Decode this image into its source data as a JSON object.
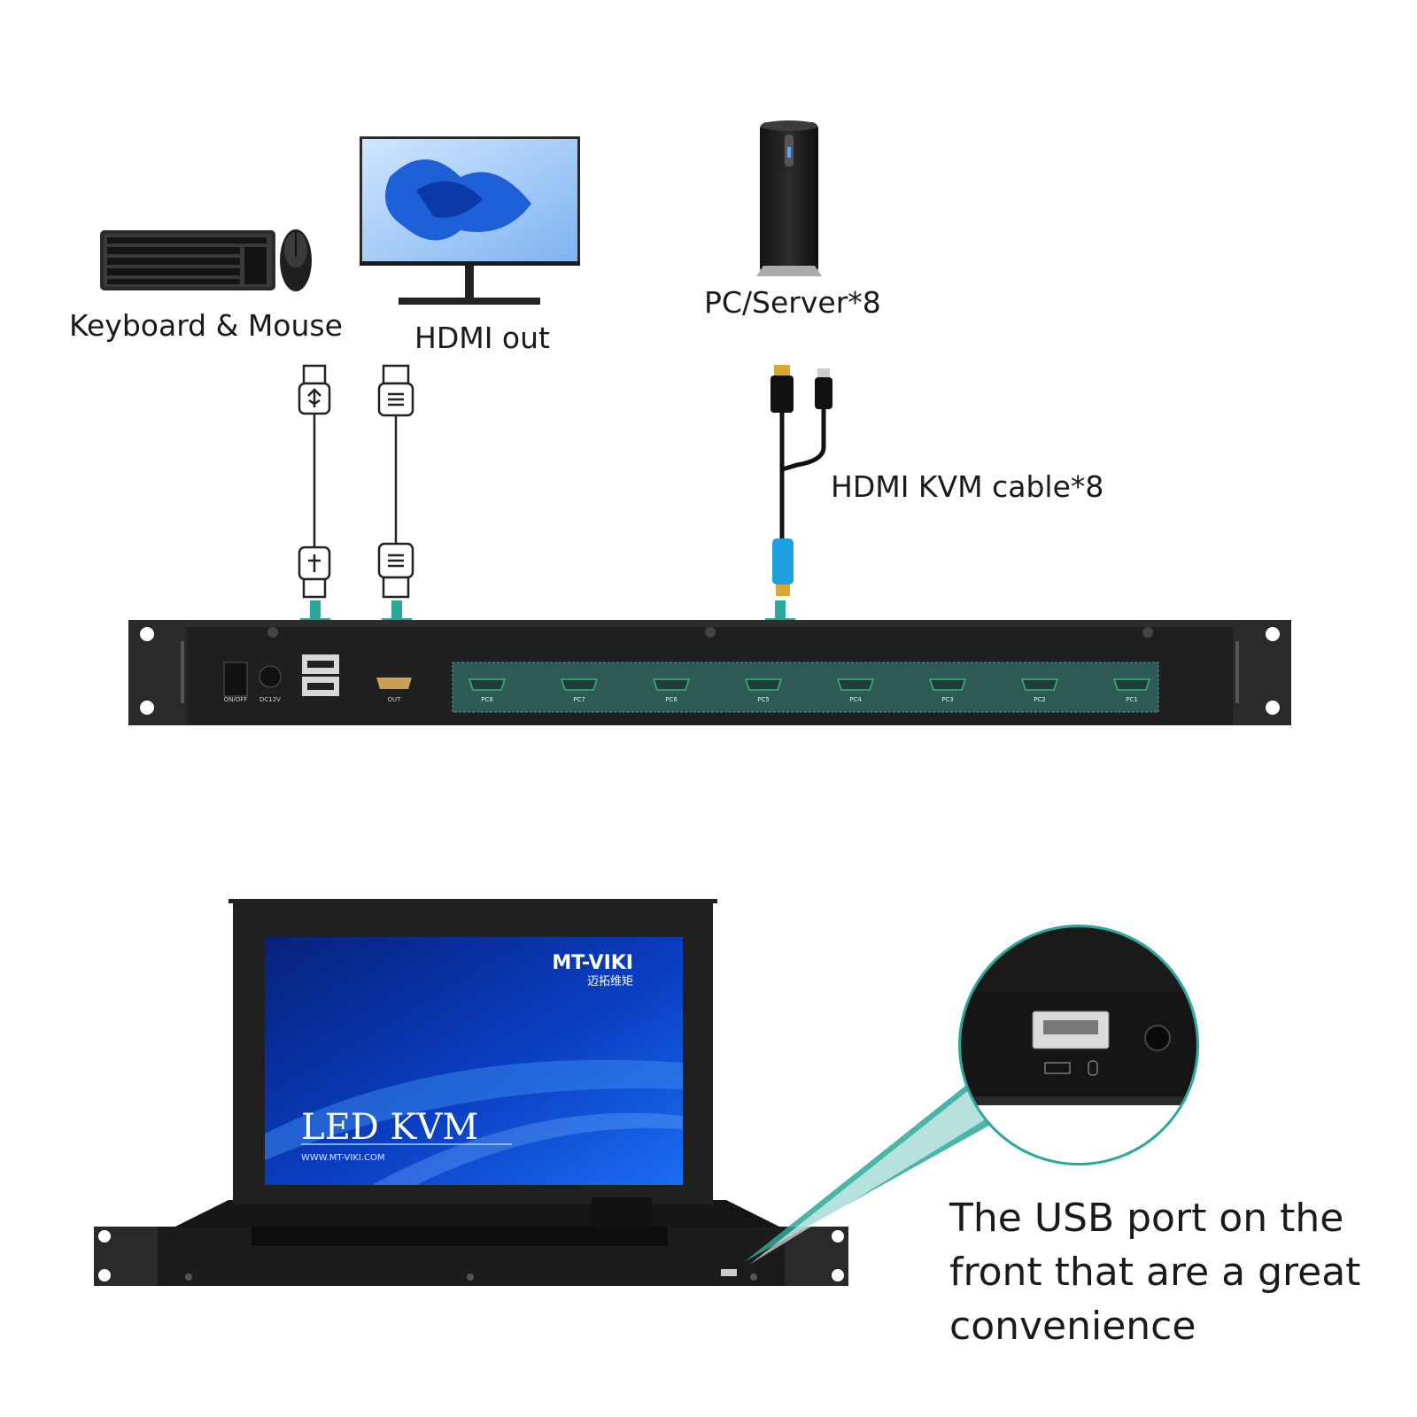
{
  "labels": {
    "keyboard_mouse": "Keyboard & Mouse",
    "hdmi_out": "HDMI out",
    "pc_server": "PC/Server*8",
    "kvm_cable": "HDMI KVM cable*8"
  },
  "rear_panel": {
    "power_switch": "ON/OFF",
    "dc_input": "DC12V",
    "out_port": "OUT",
    "pc_ports": [
      "PC8",
      "PC7",
      "PC6",
      "PC5",
      "PC4",
      "PC3",
      "PC2",
      "PC1"
    ]
  },
  "screen": {
    "brand": "MT-VIKI",
    "brand_sub": "迈拓维矩",
    "title": "LED KVM",
    "url": "WWW.MT-VIKI.COM"
  },
  "callout": {
    "lines": [
      "The USB port on the",
      "front that are a great",
      "convenience"
    ]
  },
  "colors": {
    "arrow": "#2aa89a",
    "port_panel": "#2e5a55",
    "cable_connector": "#1e9fe0",
    "callout_ring": "#2aa89a"
  }
}
